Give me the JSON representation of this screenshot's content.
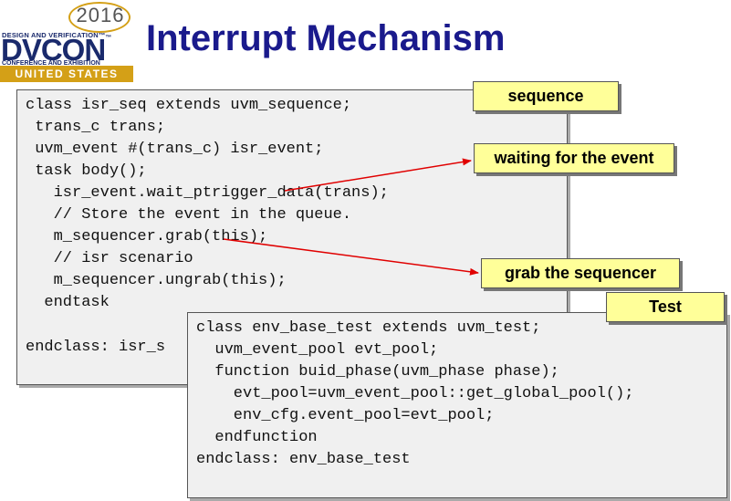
{
  "logo": {
    "year": "2016",
    "tagline": "DESIGN AND VERIFICATION™",
    "wordmark": "DVCON",
    "tm": "™",
    "subline": "CONFERENCE AND EXHIBITION",
    "region": "UNITED STATES"
  },
  "slide": {
    "title": "Interrupt Mechanism"
  },
  "sequence_code": [
    "class isr_seq extends uvm_sequence;",
    " trans_c trans;",
    " uvm_event #(trans_c) isr_event;",
    " task body();",
    "   isr_event.wait_ptrigger_data(trans);",
    "   // Store the event in the queue.",
    "   m_sequencer.grab(this);",
    "   // isr scenario",
    "   m_sequencer.ungrab(this);",
    "  endtask",
    "",
    "endclass: isr_s"
  ],
  "test_code": [
    "class env_base_test extends uvm_test;",
    "  uvm_event_pool evt_pool;",
    "  function buid_phase(uvm_phase phase);",
    "    evt_pool=uvm_event_pool::get_global_pool();",
    "    env_cfg.event_pool=evt_pool;",
    "  endfunction",
    "endclass: env_base_test"
  ],
  "labels": {
    "sequence": "sequence",
    "waiting": "waiting for the event",
    "grab": "grab the sequencer",
    "test": "Test"
  },
  "colors": {
    "title": "#1a1a8c",
    "label_bg": "#ffff99",
    "arrow": "#e00000",
    "code_bg": "#f0f0f0",
    "logo_gold": "#d4a017",
    "logo_navy": "#1a2a6c"
  }
}
